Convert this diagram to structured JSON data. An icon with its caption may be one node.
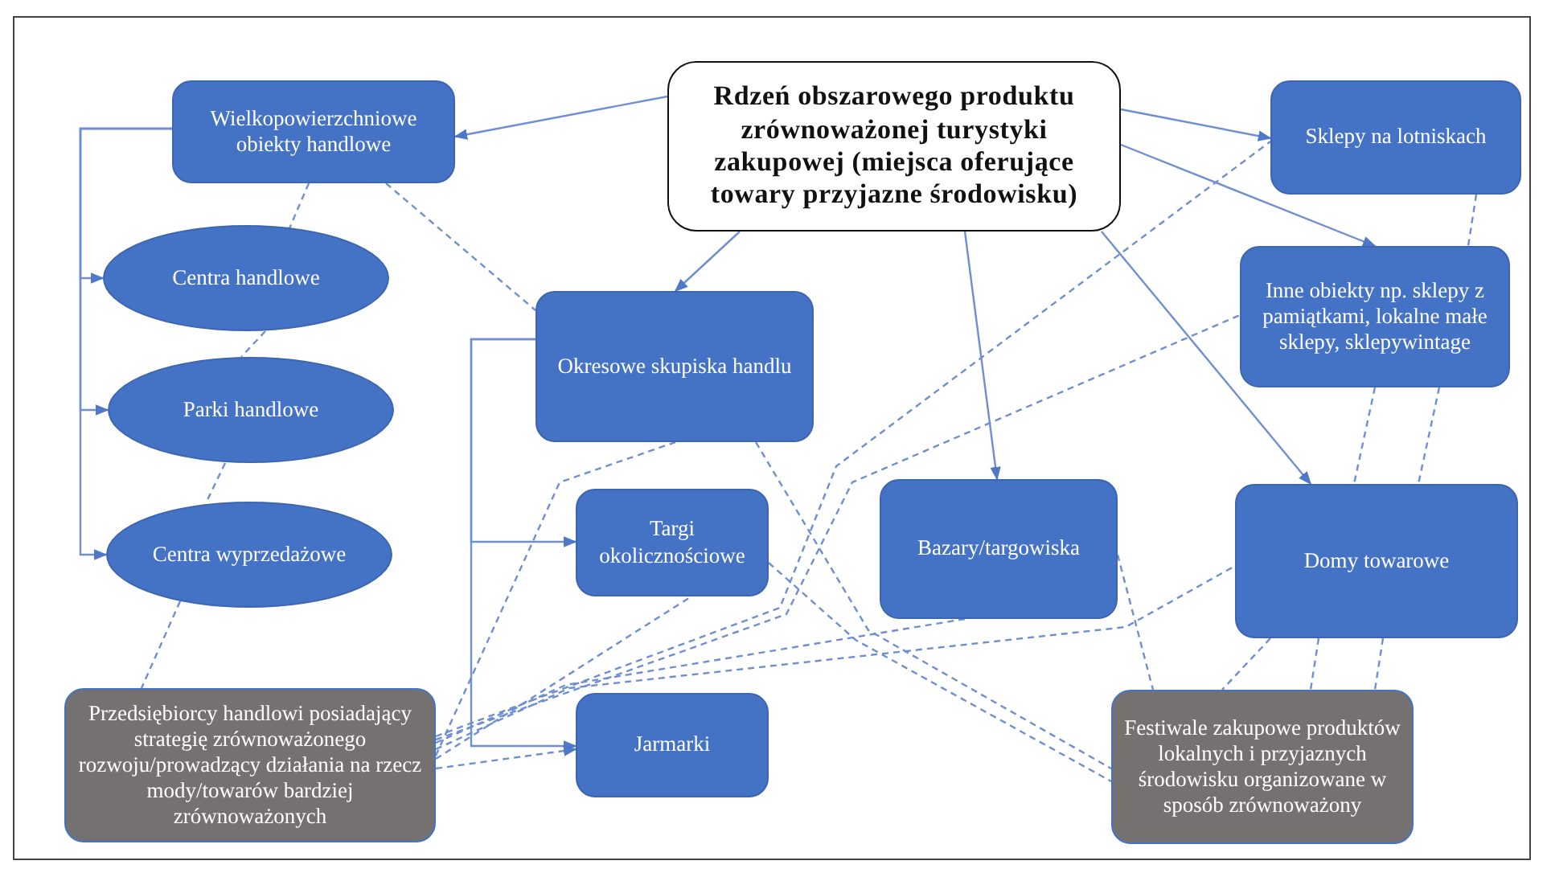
{
  "diagram": {
    "nodes": [
      {
        "text": [
          "Rdzeń obszarowego produktu zrównoważonej turystyki zakupowej (miejsca oferujące towary przyjazne środowisku)"
        ]
      },
      {
        "text": [
          "Wielkopowierzchniowe obiekty handlowe"
        ]
      },
      {
        "text": [
          "Centra handlowe"
        ]
      },
      {
        "text": [
          "Parki handlowe"
        ]
      },
      {
        "text": [
          "Centra wyprzedażowe"
        ]
      },
      {
        "text": [
          "Okresowe skupiska handlu"
        ]
      },
      {
        "text": [
          "Targi okolicznościowe"
        ]
      },
      {
        "text": [
          "Jarmarki"
        ]
      },
      {
        "text": [
          "Przedsiębiorcy handlowi posiadający strategię zrównoważonego rozwoju/prowadzący działania na rzecz mody/towarów bardziej zrównoważonych"
        ]
      },
      {
        "text": [
          "Bazary/targowiska"
        ]
      },
      {
        "text": [
          "Sklepy na lotniskach"
        ]
      },
      {
        "text": [
          "Inne obiekty np. sklepy z pamiątkami, lokalne małe sklepy, sklepywintage"
        ]
      },
      {
        "text": [
          "Domy towarowe"
        ]
      },
      {
        "text": [
          "Festiwale zakupowe produktów lokalnych i przyjaznych środowisku organizowane w sposób zrównoważony"
        ]
      }
    ],
    "edges": [
      {
        "from": 0,
        "to": 1,
        "arrow": "to"
      },
      {
        "from": 0,
        "to": 5,
        "arrow": "to"
      },
      {
        "from": 0,
        "to": 9,
        "arrow": "to"
      },
      {
        "from": 0,
        "to": 12,
        "arrow": "to"
      },
      {
        "from": 0,
        "to": 10,
        "arrow": "to"
      },
      {
        "from": 0,
        "to": 11,
        "arrow": "to"
      },
      {
        "from": 1,
        "to": 2,
        "arrow": "to"
      },
      {
        "from": 1,
        "to": 3,
        "arrow": "to"
      },
      {
        "from": 1,
        "to": 4,
        "arrow": "to"
      },
      {
        "from": 5,
        "to": 6,
        "arrow": "to"
      },
      {
        "from": 5,
        "to": 7,
        "arrow": "to"
      },
      {
        "from": 1,
        "to": 2,
        "arrow": "none",
        "style": "dashed"
      },
      {
        "from": 2,
        "to": 3,
        "arrow": "none",
        "style": "dashed"
      },
      {
        "from": 3,
        "to": 4,
        "arrow": "none",
        "style": "dashed"
      },
      {
        "from": 4,
        "to": 8,
        "arrow": "none",
        "style": "dashed"
      },
      {
        "from": 1,
        "to": 5,
        "arrow": "none",
        "style": "dashed"
      },
      {
        "from": 8,
        "to": 5,
        "arrow": "none",
        "style": "dashed"
      },
      {
        "from": 8,
        "to": 6,
        "arrow": "none",
        "style": "dashed"
      },
      {
        "from": 8,
        "to": 7,
        "arrow": "to",
        "style": "dashed"
      },
      {
        "from": 8,
        "to": 9,
        "arrow": "none",
        "style": "dashed"
      },
      {
        "from": 8,
        "to": 12,
        "arrow": "none",
        "style": "dashed"
      },
      {
        "from": 8,
        "to": 10,
        "arrow": "none",
        "style": "dashed"
      },
      {
        "from": 8,
        "to": 11,
        "arrow": "none",
        "style": "dashed"
      },
      {
        "from": 5,
        "to": 13,
        "arrow": "none",
        "style": "dashed"
      },
      {
        "from": 6,
        "to": 13,
        "arrow": "none",
        "style": "dashed"
      },
      {
        "from": 9,
        "to": 13,
        "arrow": "none",
        "style": "dashed"
      },
      {
        "from": 10,
        "to": 11,
        "arrow": "none",
        "style": "dashed"
      },
      {
        "from": 11,
        "to": 12,
        "arrow": "none",
        "style": "dashed"
      },
      {
        "from": 11,
        "to": 12,
        "arrow": "none",
        "style": "dashed"
      },
      {
        "from": 12,
        "to": 13,
        "arrow": "none",
        "style": "dashed"
      },
      {
        "from": 12,
        "to": 13,
        "arrow": "none",
        "style": "dashed"
      },
      {
        "from": 12,
        "to": 13,
        "arrow": "none",
        "style": "dashed"
      }
    ]
  }
}
